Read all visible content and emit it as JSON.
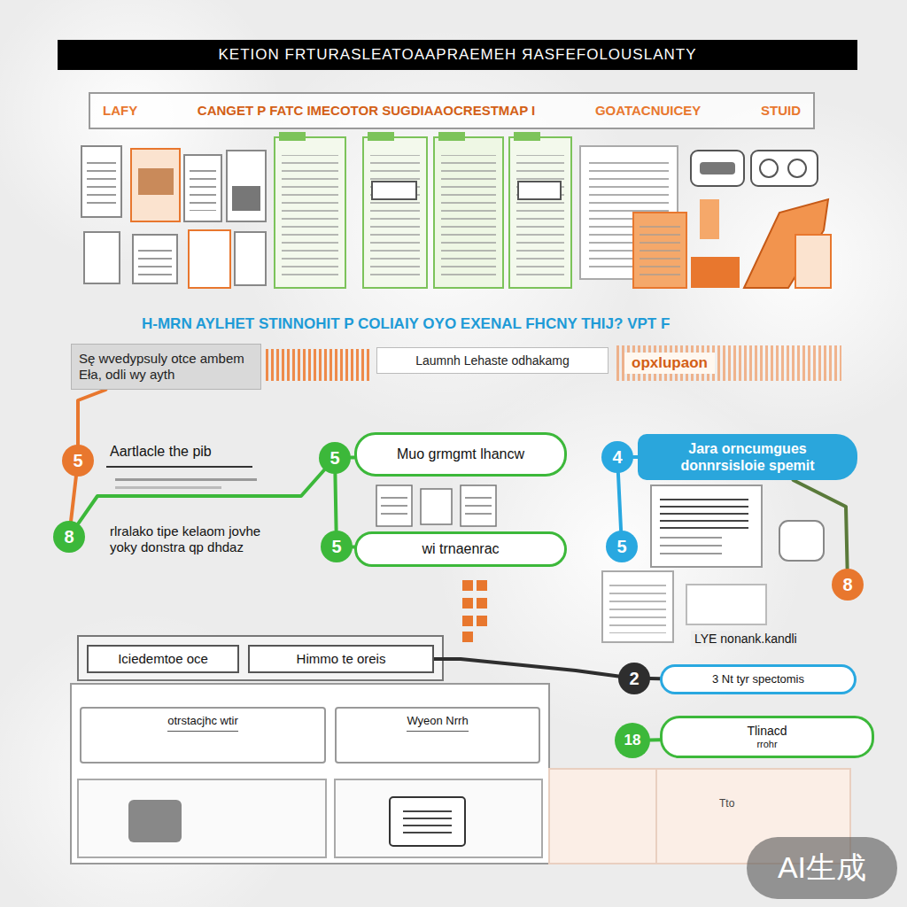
{
  "diagram": {
    "title": "KETION FRTURASLEATOAAPRAEMEH ЯASFEFOLOUSLANTY",
    "nodes": [
      {
        "text": [
          "LAFY",
          "CANGET P FATC IMECOTOR SUGDIAAOCRESTMAP I",
          "GOATACNUICEY",
          "STUID"
        ]
      },
      {
        "text": [
          "Sę wvedypsuly otce ambem Eła, odli wy ayth"
        ]
      },
      {
        "text": [
          "Laumnh Lehaste odhakamg"
        ]
      },
      {
        "text": [
          "5"
        ]
      },
      {
        "text": [
          "Aartlacle the pib"
        ]
      },
      {
        "text": [
          "8"
        ]
      },
      {
        "text": [
          "rlralako tipe kelaom jovhe yoky donstra qp dhdaz"
        ]
      },
      {
        "text": [
          "5"
        ]
      },
      {
        "text": [
          "Muo grmgmt lhancw"
        ]
      },
      {
        "text": [
          "5"
        ]
      },
      {
        "text": [
          "wi trnaenrac"
        ]
      },
      {
        "text": [
          "4"
        ]
      },
      {
        "text": [
          "Jara orncumgues donnrsisloie spemit"
        ]
      },
      {
        "text": [
          "5"
        ]
      },
      {
        "text": [
          "8"
        ]
      },
      {
        "text": [
          "2"
        ]
      },
      {
        "text": [
          "3 Nt tyr spectomis"
        ]
      },
      {
        "text": [
          "18"
        ]
      },
      {
        "text": [
          "Tlinacd",
          "rrohr"
        ]
      },
      {
        "text": [
          "Iciedemtoe oce"
        ]
      },
      {
        "text": [
          "Himmo te oreis"
        ]
      },
      {
        "text": [
          "otrstacjhc wtir"
        ]
      },
      {
        "text": [
          "Wyeon Nrrh"
        ]
      }
    ],
    "edges": [
      {
        "from": 1,
        "to": 3,
        "arrow": "none"
      },
      {
        "from": 3,
        "to": 5,
        "arrow": "none"
      },
      {
        "from": 5,
        "to": 7,
        "arrow": "none"
      },
      {
        "from": 7,
        "to": 8,
        "arrow": "none"
      },
      {
        "from": 7,
        "to": 9,
        "arrow": "none"
      },
      {
        "from": 9,
        "to": 10,
        "arrow": "none"
      },
      {
        "from": 11,
        "to": 12,
        "arrow": "none"
      },
      {
        "from": 11,
        "to": 13,
        "arrow": "none"
      },
      {
        "from": 12,
        "to": 14,
        "arrow": "none"
      },
      {
        "from": 15,
        "to": 16,
        "arrow": "none"
      },
      {
        "from": 17,
        "to": 18,
        "arrow": "none"
      },
      {
        "from": 15,
        "to": 20,
        "arrow": "none"
      }
    ],
    "labels": [
      "H-MRN AYLHET STINNOHIT P COLIAIY OYO EXENAL FHCNY THIJ? VPT F",
      "opxlupaon",
      "LYE nonank.kandli",
      "Tto",
      "AI生成"
    ]
  }
}
